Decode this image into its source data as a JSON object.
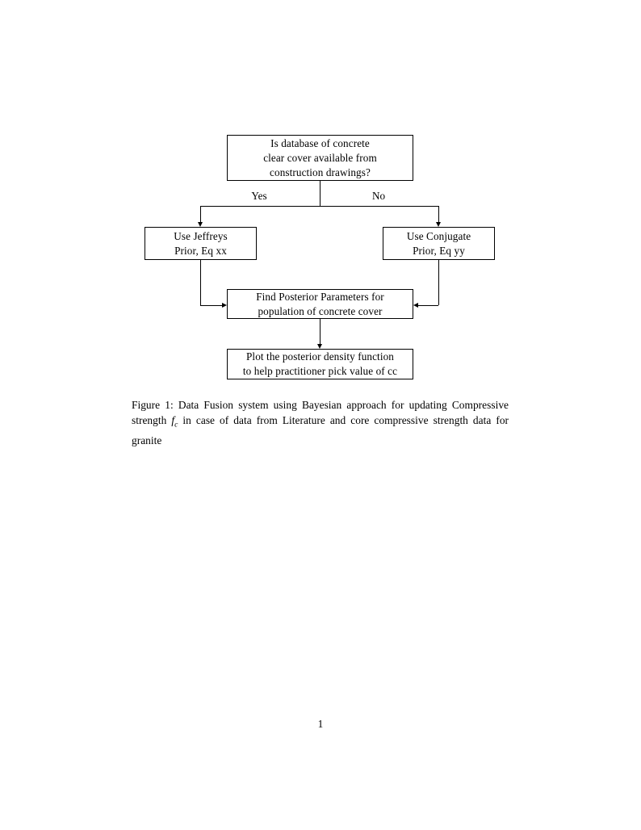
{
  "figure": {
    "nodes": {
      "decision": {
        "name": "decision-database-available",
        "lines": [
          "Is database of concrete",
          "clear cover available from",
          "construction drawings?"
        ]
      },
      "jeffreys": {
        "name": "use-jeffreys-prior",
        "lines": [
          "Use Jeffreys",
          "Prior, Eq xx"
        ]
      },
      "conjugate": {
        "name": "use-conjugate-prior",
        "lines": [
          "Use Conjugate",
          "Prior, Eq yy"
        ]
      },
      "posterior": {
        "name": "find-posterior-parameters",
        "lines": [
          "Find Posterior Parameters for",
          "population of concrete cover"
        ]
      },
      "plot": {
        "name": "plot-posterior-density",
        "lines": [
          "Plot the posterior density function",
          "to help practitioner pick value of cc"
        ]
      }
    },
    "branches": {
      "yes": "Yes",
      "no": "No"
    }
  },
  "caption": {
    "label": "Figure 1:",
    "text_before_math": " Data Fusion system using Bayesian approach for updating Compressive strength ",
    "math_symbol": "f",
    "math_subscript": "c",
    "text_after_math": " in case of data from Literature and core compressive strength data for granite"
  },
  "footer": {
    "page_number": "1"
  },
  "colors": {
    "ink": "#000000",
    "paper": "#ffffff"
  }
}
